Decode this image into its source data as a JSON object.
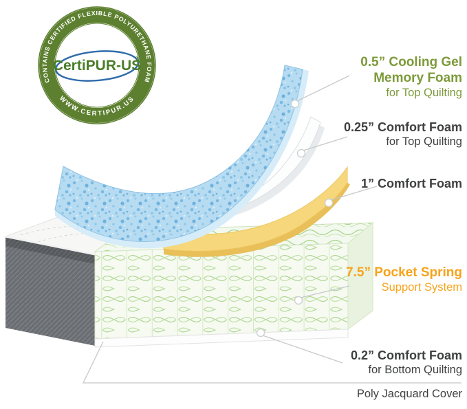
{
  "badge": {
    "arc_top": "CONTAINS CERTIFIED FLEXIBLE POLYURETHANE FOAM",
    "arc_bottom": "WWW.CERTIPUR.US",
    "brand": "CertiPUR-US",
    "registered": "®"
  },
  "callouts": {
    "cooling_gel": {
      "line1": "0.5” Cooling Gel",
      "line2": "Memory Foam",
      "line3": "for Top Quilting"
    },
    "top_comfort": {
      "line1": "0.25” Comfort Foam",
      "line2": "for Top Quilting"
    },
    "comfort_one_inch": {
      "line1": "1” Comfort Foam"
    },
    "pocket_spring": {
      "line1": "7.5” Pocket Spring",
      "line2": "Support System"
    },
    "bottom_comfort": {
      "line1": "0.2” Comfort Foam",
      "line2": "for Bottom Quilting"
    },
    "cover": {
      "line1": "Poly Jacquard Cover"
    }
  },
  "colors": {
    "accent_green": "#7d9a3a",
    "accent_orange": "#f7a31b",
    "label_text": "#3f4040",
    "badge_green": "#5d8030",
    "swoosh_blue": "#2e6cab",
    "gel_blue": "#b7dcf2",
    "foam_yellow": "#f7d77b",
    "spring_green": "#add691",
    "cover_gray": "#6a6e72"
  }
}
